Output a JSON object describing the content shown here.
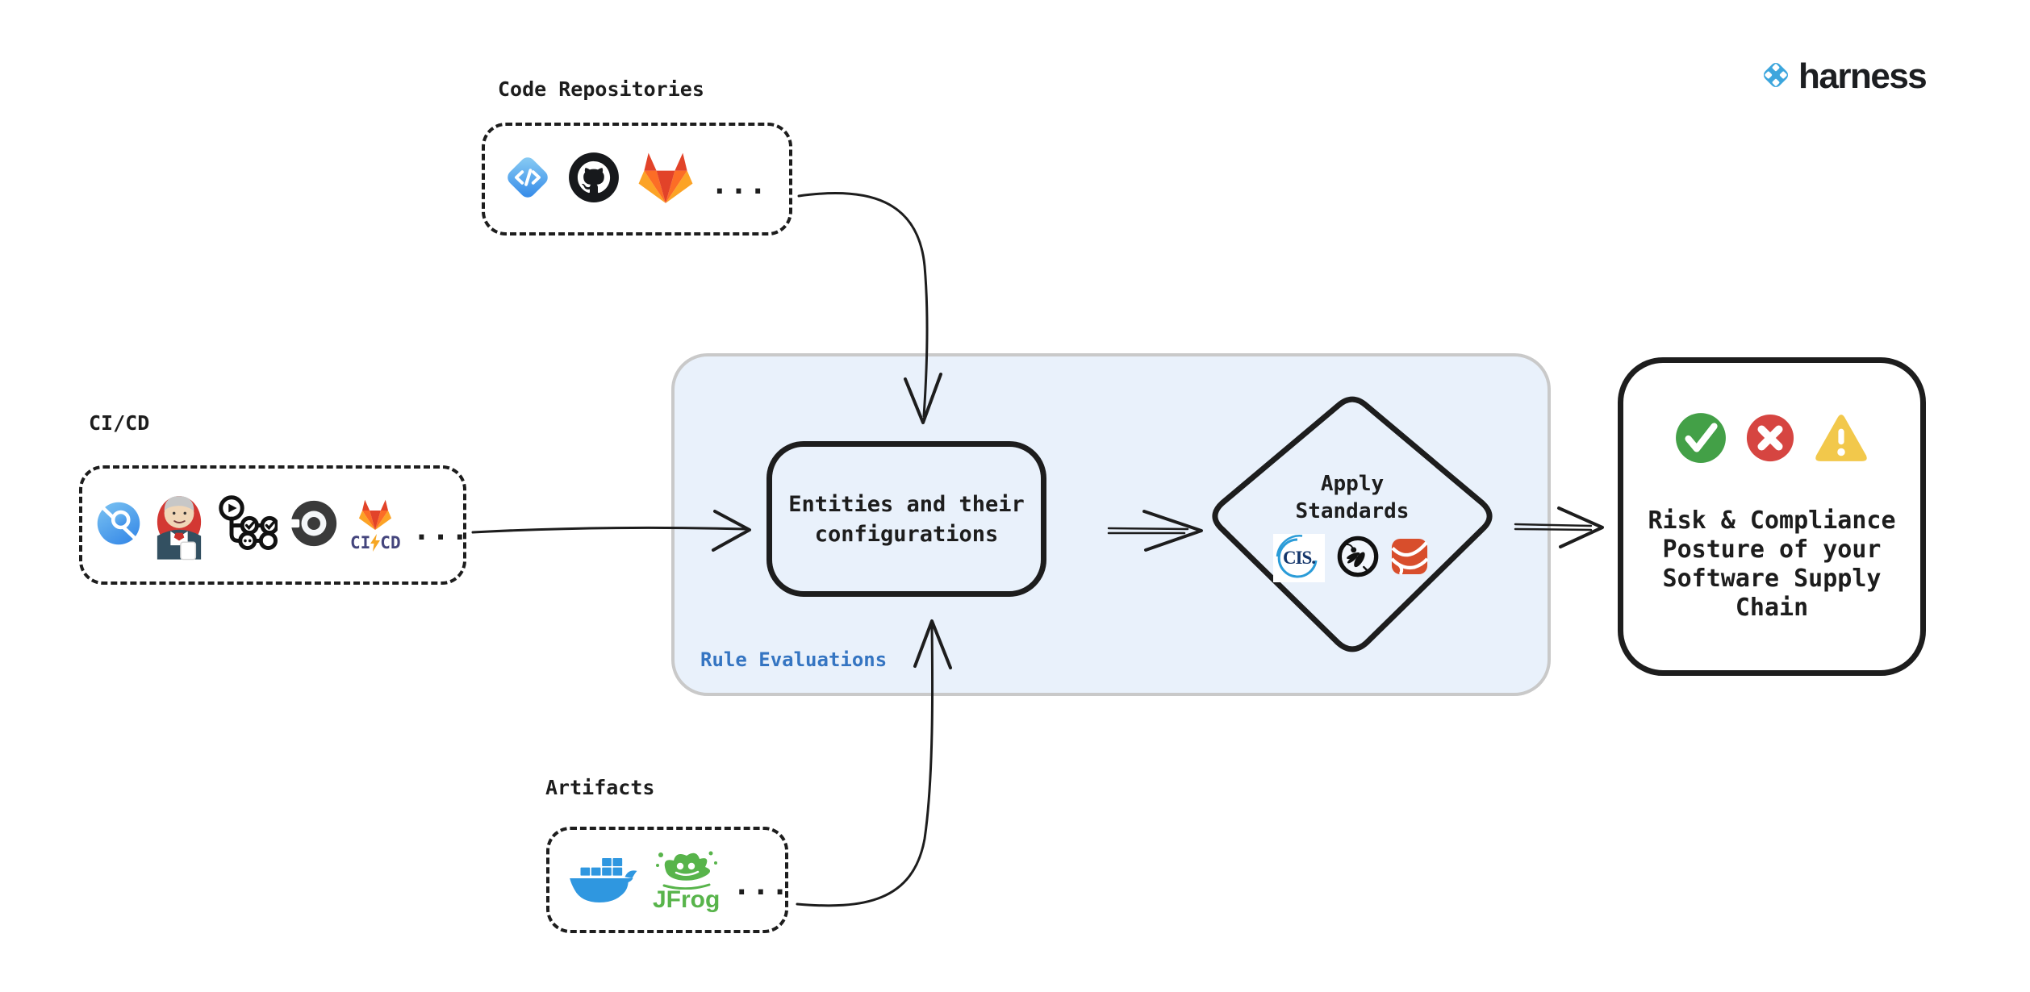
{
  "brand": {
    "name": "harness",
    "blue": "#3da6dd",
    "text_color": "#1c1e21"
  },
  "sources": {
    "code_repositories": {
      "label": "Code Repositories",
      "more": "...",
      "icons": [
        "harness-code-icon",
        "github-icon",
        "gitlab-icon"
      ]
    },
    "cicd": {
      "label": "CI/CD",
      "more": "...",
      "icons": [
        "drone-ci-icon",
        "jenkins-icon",
        "github-actions-icon",
        "circleci-icon",
        "gitlab-cicd-icon"
      ],
      "gitlab_ci": "CI",
      "gitlab_cd": "CD"
    },
    "artifacts": {
      "label": "Artifacts",
      "more": "...",
      "icons": [
        "docker-icon",
        "jfrog-icon"
      ],
      "jfrog_label": "JFrog"
    }
  },
  "rule_panel": {
    "label": "Rule Evaluations",
    "label_color": "#3575c2",
    "bg_color": "#e9f1fb",
    "entities": {
      "line1": "Entities and their",
      "line2": "configurations"
    },
    "standards": {
      "line1": "Apply",
      "line2": "Standards",
      "cis": "CIS.",
      "icons": [
        "cis-icon",
        "owasp-icon",
        "standards-ribbon-icon"
      ]
    }
  },
  "outcome": {
    "line1": "Risk & Compliance",
    "line2": "Posture of your",
    "line3": "Software Supply",
    "line4": "Chain",
    "status_colors": {
      "pass": "#43a047",
      "fail": "#d64541",
      "warn": "#f2c84b"
    },
    "icons": [
      "check-circle-icon",
      "cross-circle-icon",
      "warning-triangle-icon"
    ]
  }
}
